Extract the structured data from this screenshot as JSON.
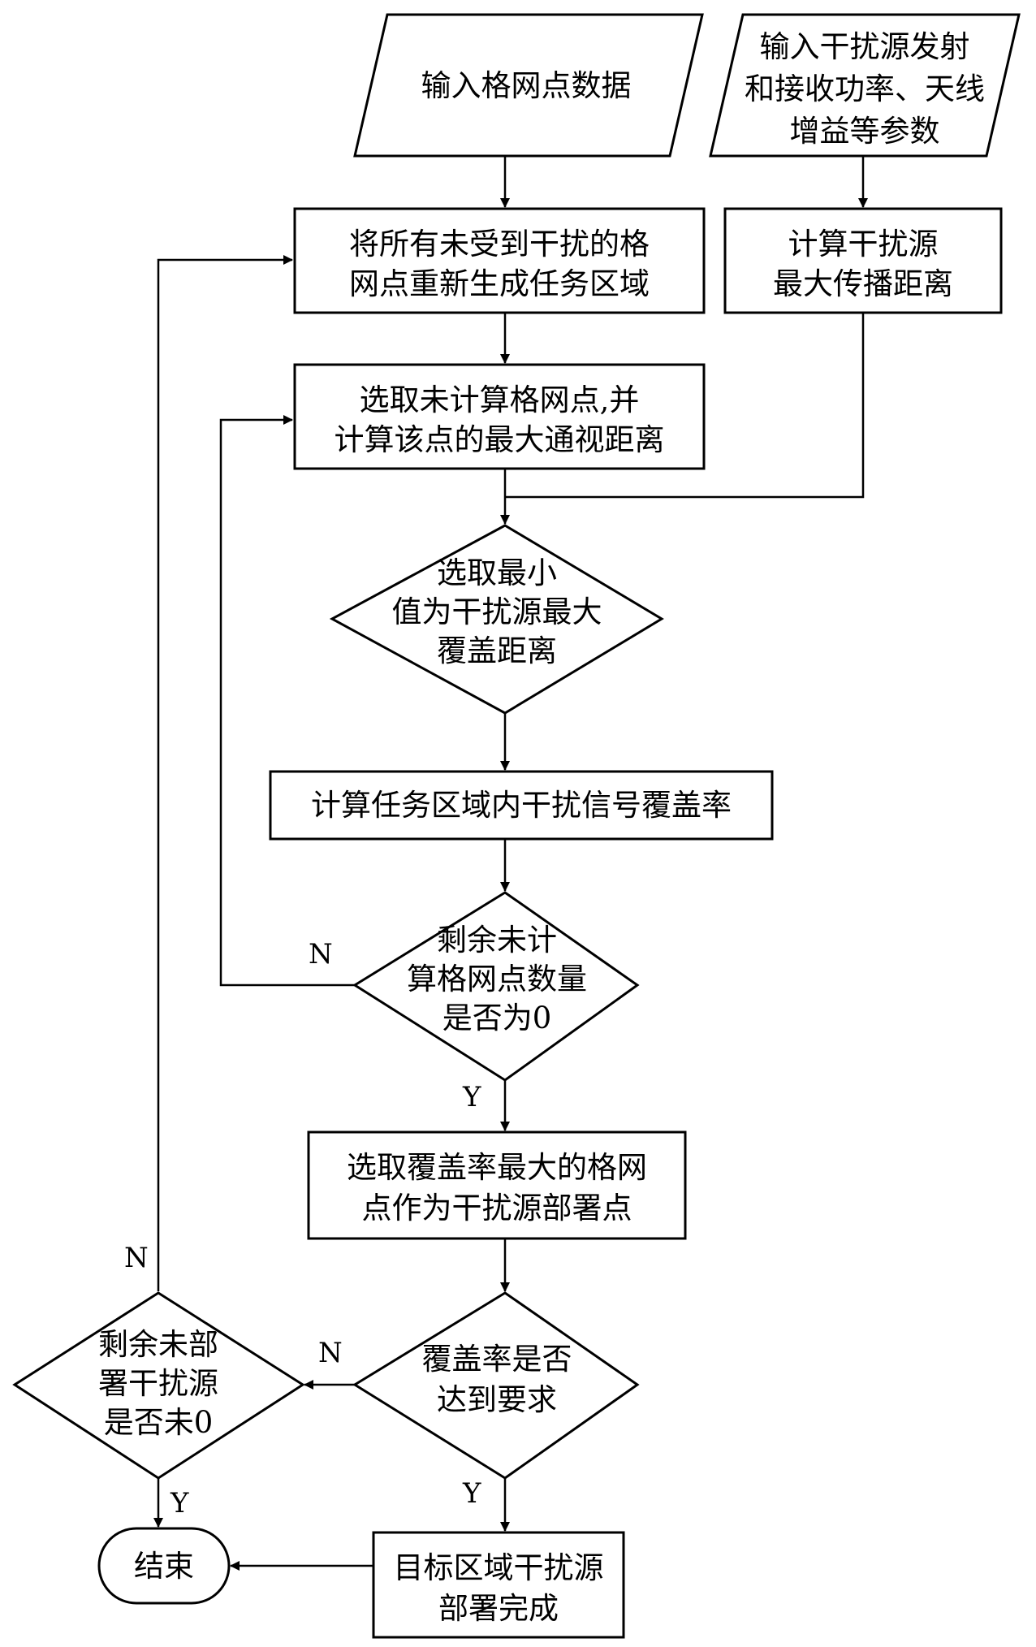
{
  "nodes": {
    "input_grid": [
      "输入格网点数据"
    ],
    "input_params": [
      "输入干扰源发射",
      "和接收功率、天线",
      "增益等参数"
    ],
    "regen_area": [
      "将所有未受到干扰的格",
      "网点重新生成任务区域"
    ],
    "calc_max_prop": [
      "计算干扰源",
      "最大传播距离"
    ],
    "select_point": [
      "选取未计算格网点,并",
      "计算该点的最大通视距离"
    ],
    "select_min": [
      "选取最小",
      "值为干扰源最大",
      "覆盖距离"
    ],
    "calc_coverage": [
      "计算任务区域内干扰信号覆盖率"
    ],
    "remaining_points": [
      "剩余未计",
      "算格网点数量",
      "是否为0"
    ],
    "select_max_coverage": [
      "选取覆盖率最大的格网",
      "点作为干扰源部署点"
    ],
    "coverage_ok": [
      "覆盖率是否",
      "达到要求"
    ],
    "remaining_sources": [
      "剩余未部",
      "署干扰源",
      "是否未0"
    ],
    "deploy_done": [
      "目标区域干扰源",
      "部署完成"
    ],
    "end": [
      "结束"
    ]
  },
  "labels": {
    "remaining_points_no": "N",
    "remaining_points_yes": "Y",
    "coverage_no": "N",
    "coverage_yes": "Y",
    "remaining_sources_no": "N",
    "remaining_sources_yes": "Y"
  }
}
